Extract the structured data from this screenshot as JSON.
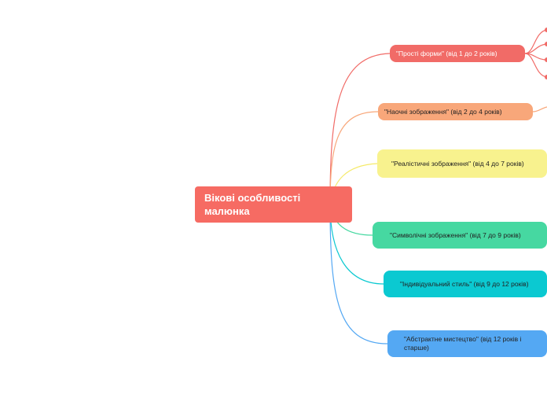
{
  "root": {
    "label": "Вікові особливості малюнка",
    "color": "#f66b63"
  },
  "branches": [
    {
      "id": "n1",
      "label": "\"Прості форми\" (від 1 до 2 років)",
      "color": "#f16b67"
    },
    {
      "id": "n2",
      "label": "\"Наочні зображення\" (від 2 до 4 років)",
      "color": "#f8a77a"
    },
    {
      "id": "n3",
      "label": "\"Реалістичні зображення\" (від 4 до 7 років)",
      "color": "#f8f28e"
    },
    {
      "id": "n4",
      "label": "\"Символічні зображення\" (від 7 до 9 років)",
      "color": "#46d8a1"
    },
    {
      "id": "n5",
      "label": "\"Індивідуальний стиль\" (від 9 до 12 років)",
      "color": "#0bc9d1"
    },
    {
      "id": "n6",
      "label": "\"Абстрактне мистецтво\" (від 12 років і старше)",
      "color": "#54a8f3"
    }
  ]
}
